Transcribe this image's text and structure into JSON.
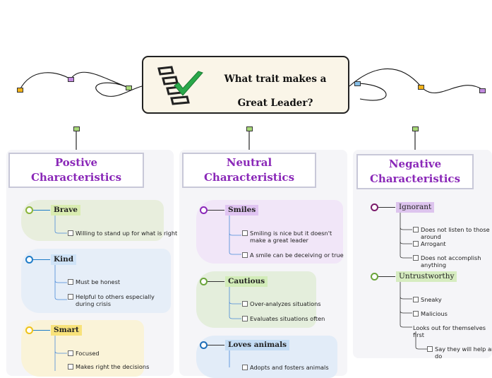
{
  "central_topic": {
    "title": "What trait makes a Great Leader?",
    "icon": "checklist-icon"
  },
  "categories": [
    {
      "title": "Postive Characteristics",
      "traits": [
        {
          "name": "Brave",
          "color": "#8ab43a",
          "items": [
            "Willing to stand up for what is right"
          ]
        },
        {
          "name": "Kind",
          "color": "#1e7cc8",
          "items": [
            "Must be honest",
            "Helpful to others especially during crisis"
          ]
        },
        {
          "name": "Smart",
          "color": "#eec21a",
          "items": [
            "Focused",
            "Makes right the decisions"
          ]
        }
      ]
    },
    {
      "title": "Neutral Characteristics",
      "traits": [
        {
          "name": "Smiles",
          "color": "#8a28b8",
          "items": [
            "Smiling is nice but it doesn't make a great leader",
            "A smile can be deceiving or true"
          ]
        },
        {
          "name": "Cautious",
          "color": "#6aa43a",
          "items": [
            "Over-analyzes situations",
            "Evaluates situations often"
          ]
        },
        {
          "name": "Loves animals",
          "color": "#1e6eb8",
          "items": [
            "Adopts and fosters animals"
          ]
        }
      ]
    },
    {
      "title": "Negative Characteristics",
      "traits": [
        {
          "name": "Ignorant",
          "color": "#7a1a6a",
          "items": [
            "Does not listen to those around",
            "Arrogant",
            "Does not accomplish anything"
          ]
        },
        {
          "name": "Untrustworthy",
          "color": "#6aa43a",
          "items": [
            "Sneaky",
            "Malicious",
            "Looks out for themselves first",
            "Say they will help and do"
          ]
        }
      ]
    }
  ],
  "colors": {
    "central_fill": "#faf5e8",
    "category_title": "#8a28b8",
    "panel_bg": "#f5f5f8",
    "check_green": "#2aa84a"
  }
}
